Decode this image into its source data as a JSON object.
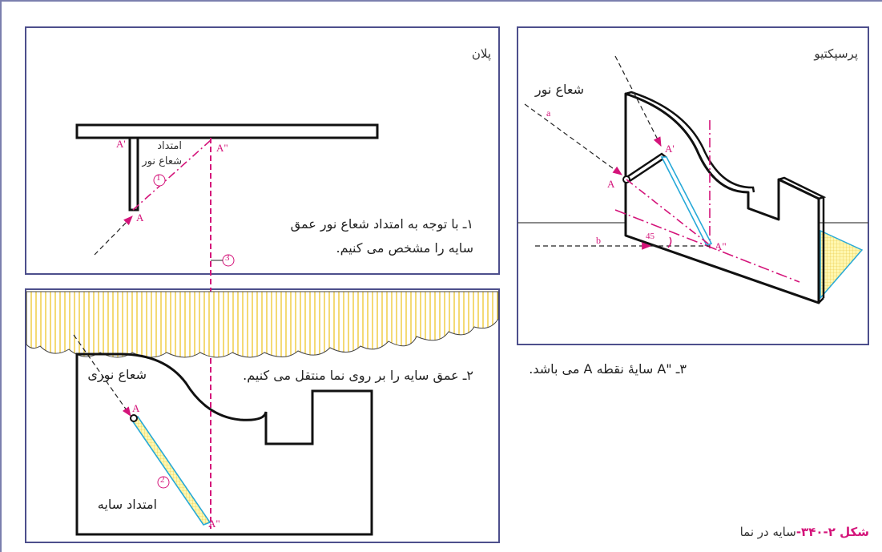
{
  "panels": {
    "plan": {
      "title": "پلان"
    },
    "elevation": {
      "title": ""
    },
    "perspective": {
      "title": "پرسپکتیو"
    }
  },
  "labels": {
    "light_ray": "شعاع نور",
    "light_ray_ext": "امتداد شعاع نور",
    "light_ray_ext_l1": "امتداد",
    "light_ray_ext_l2": "شعاع نور",
    "light_ray_y": "شعاع نوری",
    "shadow_ext": "امتداد سایه"
  },
  "steps": {
    "step1_line1": "۱ـ با توجه به امتداد شعاع نور عمق",
    "step1_line2": "سایه را مشخص می کنیم.",
    "step2": "۲ـ عمق سایه را بر روی نما منتقل می کنیم.",
    "step3": "۳ـ \"A سایهٔ نقطه A می باشد."
  },
  "points": {
    "A": "A",
    "A1": "A'",
    "A2": "A\"",
    "b": "b",
    "a": "a",
    "angle": "45",
    "n1": "1",
    "n2": "2",
    "n3": "3"
  },
  "caption": {
    "bold": "شکل ۲-۳۴۰-",
    "text": "سایه در نما"
  },
  "colors": {
    "accent": "#d4147a",
    "frame": "#4d4f8c",
    "hatch": "#f5d94a",
    "cyan": "#27a9d8"
  }
}
